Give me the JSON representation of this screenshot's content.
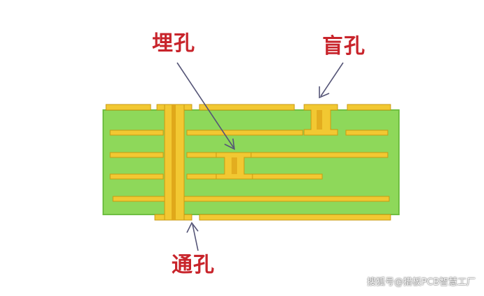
{
  "labels": {
    "buried_via": "埋孔",
    "blind_via": "盲孔",
    "through_via": "通孔"
  },
  "watermark": "搜狐号@猎板PCB智慧工厂",
  "colors": {
    "substrate": "#8ed85a",
    "substrate_edge": "#6fbf42",
    "copper": "#f2c832",
    "copper_edge": "#c99a10",
    "label_text": "#c8242b",
    "arrow": "#555577"
  }
}
